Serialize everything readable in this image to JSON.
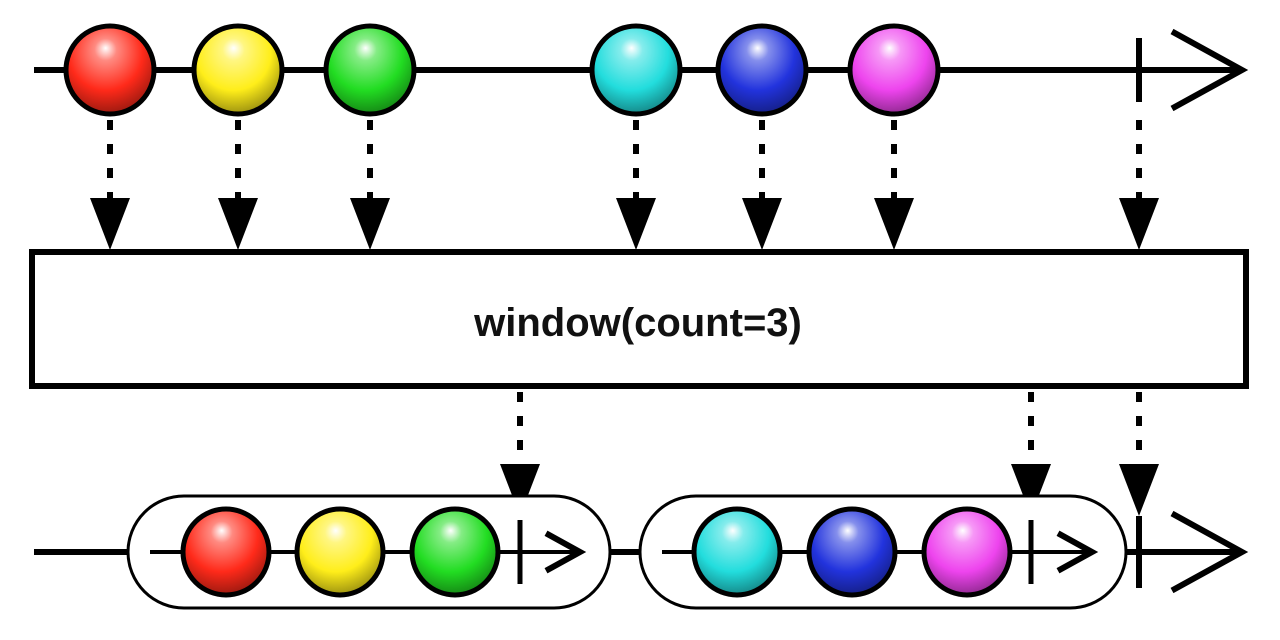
{
  "operator": {
    "label": "window(count=3)"
  },
  "colors": {
    "stroke": "#000000",
    "box_fill": "#ffffff",
    "window_fill": "#ffffff"
  },
  "marbles": [
    {
      "name": "red-marble",
      "color": "#ff2a1a"
    },
    {
      "name": "yellow-marble",
      "color": "#ffee1a"
    },
    {
      "name": "green-marble",
      "color": "#22dd22"
    },
    {
      "name": "cyan-marble",
      "color": "#22dddd"
    },
    {
      "name": "blue-marble",
      "color": "#2233dd"
    },
    {
      "name": "magenta-marble",
      "color": "#ee44ee"
    }
  ],
  "windows": [
    {
      "name": "window-1",
      "items": [
        0,
        1,
        2
      ],
      "completes": true
    },
    {
      "name": "window-2",
      "items": [
        3,
        4,
        5
      ],
      "completes": true
    }
  ],
  "source_completes": true,
  "output_completes": true
}
